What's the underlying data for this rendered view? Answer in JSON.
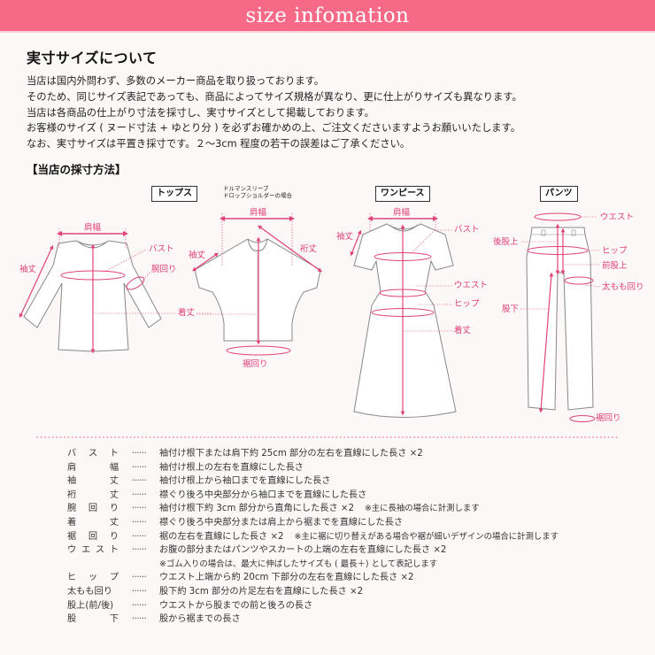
{
  "header": {
    "title": "size infomation",
    "bg_color": "#f66a88"
  },
  "intro": {
    "title": "実寸サイズについて",
    "lines": [
      "当店は国内外問わず、多数のメーカー商品を取り扱っております。",
      "そのため、同じサイズ表記であっても、商品によってサイズ規格が異なり、更に仕上がりサイズも異なります。",
      "当店は各商品の仕上がり寸法を採寸し、実寸サイズとして掲載しております。",
      "お客様のサイズ ( ヌード寸法 + ゆとり分 ) を必ずお確かめの上、ご注文くださいますようお願いいたします。",
      "なお、実寸サイズは平置き採寸です。２〜3cm 程度の若干の誤差はご了承ください。"
    ]
  },
  "method": {
    "title": "【当店の採寸方法】",
    "accent_color": "#e0427a",
    "categories": {
      "tops": "トップス",
      "onepiece": "ワンピース",
      "pants": "パンツ"
    },
    "dolman_note": [
      "ドルマンスリーブ",
      "ドロップショルダーの場合"
    ],
    "labels": {
      "tops": {
        "shoulder": "肩幅",
        "bust": "バスト",
        "sleeve": "袖丈",
        "arm": "腕回り",
        "length": "着丈"
      },
      "dolman": {
        "shoulder": "肩幅",
        "sleeve": "袖丈",
        "yuki": "裄丈",
        "length": "着丈",
        "hem": "裾回り"
      },
      "onepiece": {
        "shoulder": "肩幅",
        "sleeve": "袖丈",
        "bust": "バスト",
        "waist": "ウエスト",
        "hip": "ヒップ",
        "length": "着丈"
      },
      "pants": {
        "waist": "ウエスト",
        "back_rise": "後股上",
        "hip": "ヒップ",
        "front_rise": "前股上",
        "thigh": "太もも回り",
        "inseam": "股下",
        "hem": "裾回り"
      }
    }
  },
  "definitions": [
    {
      "term": [
        "バ",
        "ス",
        "ト"
      ],
      "dots": "······",
      "desc": "袖付け根下または肩下約 25cm 部分の左右を直線にした長さ ×2",
      "note": ""
    },
    {
      "term": [
        "肩",
        "幅"
      ],
      "dots": "······",
      "desc": "袖付け根上の左右を直線にした長さ",
      "note": ""
    },
    {
      "term": [
        "袖",
        "丈"
      ],
      "dots": "······",
      "desc": "袖付け根上から袖口までを直線にした長さ",
      "note": ""
    },
    {
      "term": [
        "裄",
        "丈"
      ],
      "dots": "······",
      "desc": "襟ぐり後ろ中央部分から袖口までを直線にした長さ",
      "note": ""
    },
    {
      "term": [
        "腕",
        "回",
        "り"
      ],
      "dots": "······",
      "desc": "袖付け根下約 3cm 部分から直角にした長さ ×2",
      "note": "※主に長袖の場合に計測します"
    },
    {
      "term": [
        "着",
        "丈"
      ],
      "dots": "······",
      "desc": "襟ぐり後ろ中央部分または肩上から裾までを直線にした長さ",
      "note": ""
    },
    {
      "term": [
        "裾",
        "回",
        "り"
      ],
      "dots": "······",
      "desc": "裾の左右を直線にした長さ ×2",
      "note": "※主に裾に切り替えがある場合や裾が細いデザインの場合に計測します"
    },
    {
      "term": [
        "ウ",
        "エ",
        "ス",
        "ト"
      ],
      "dots": "······",
      "desc": "お腹の部分またはパンツやスカートの上端の左右を直線にした長さ ×2",
      "note": ""
    },
    {
      "sub": "※ゴム入りの場合は、最大に伸ばしたサイズも ( 最長＋) として表記します"
    },
    {
      "term": [
        "ヒ",
        "ッ",
        "プ"
      ],
      "dots": "······",
      "desc": "ウエスト上端から約 20cm 下部分の左右を直線にした長さ ×2",
      "note": ""
    },
    {
      "term": [
        "太もも回り"
      ],
      "dots": "······",
      "desc": "股下約 3cm 部分の片足左右を直線にした長さ ×2",
      "note": ""
    },
    {
      "term": [
        "股上(前/後)"
      ],
      "dots": "······",
      "desc": "ウエストから股までの前と後ろの長さ",
      "note": ""
    },
    {
      "term": [
        "股",
        "下"
      ],
      "dots": "······",
      "desc": "股から裾までの長さ",
      "note": ""
    }
  ]
}
